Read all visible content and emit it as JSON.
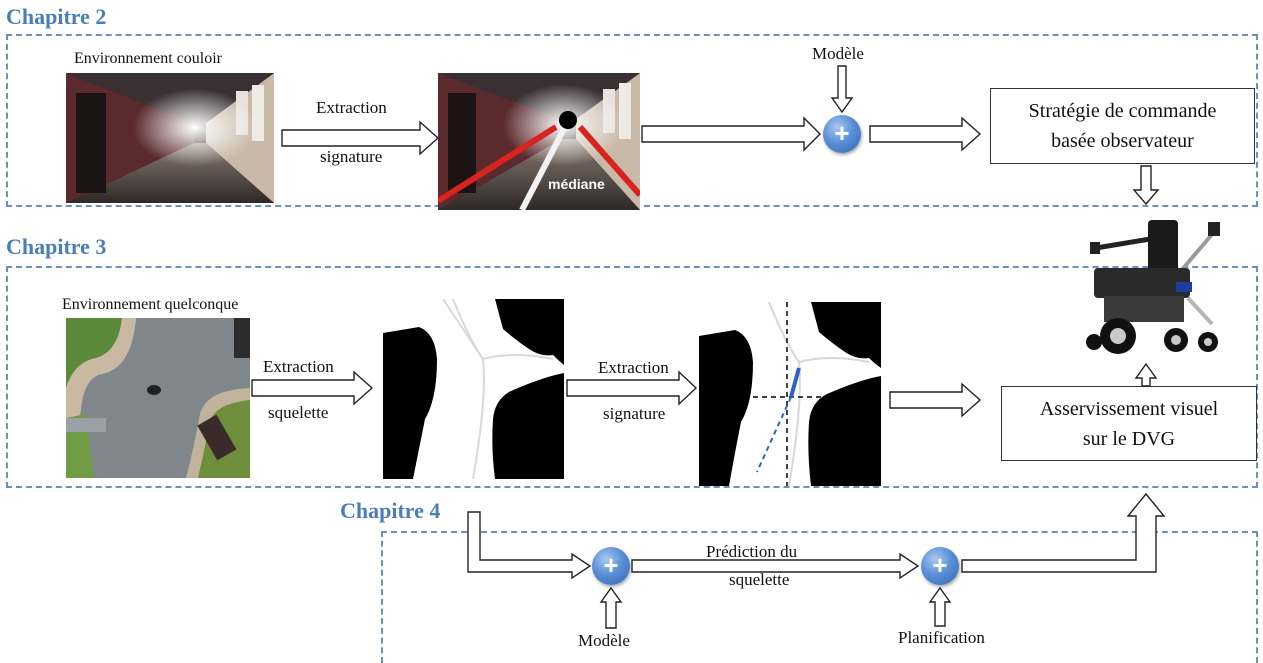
{
  "sections": {
    "chapter2": "Chapitre 2",
    "chapter3": "Chapitre 3",
    "chapter4": "Chapitre 4"
  },
  "chapter2": {
    "env_label": "Environnement couloir",
    "extract_line1": "Extraction",
    "extract_line2": "signature",
    "mediane_label": "médiane",
    "model_label": "Modèle",
    "strategy_line1": "Stratégie de commande",
    "strategy_line2": "basée observateur"
  },
  "chapter3": {
    "env_label": "Environnement quelconque",
    "extract1_line1": "Extraction",
    "extract1_line2": "squelette",
    "extract2_line1": "Extraction",
    "extract2_line2": "signature",
    "servo_line1": "Asservissement visuel",
    "servo_line2": "sur le DVG"
  },
  "chapter4": {
    "prediction_line1": "Prédiction du",
    "prediction_line2": "squelette",
    "model_label": "Modèle",
    "planning_label": "Planification"
  },
  "sum_symbol": "+",
  "colors": {
    "chapter_title": "#4a7ebb",
    "dashed_border": "#6f8fbf",
    "sum_node": "#3f73c2",
    "corridor_lines": "#d8231f"
  }
}
